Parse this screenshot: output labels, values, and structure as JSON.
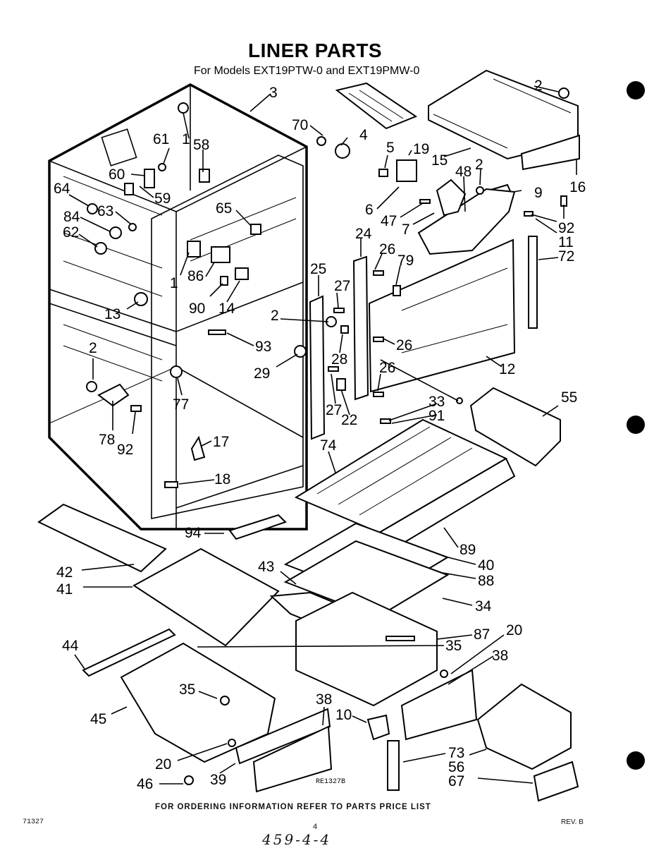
{
  "header": {
    "title": "LINER PARTS",
    "subtitle": "For Models EXT19PTW-0 and EXT19PMW-0"
  },
  "footer": {
    "ordering_note": "FOR ORDERING INFORMATION REFER TO PARTS PRICE LIST",
    "left_code": "71327",
    "page_number": "4",
    "revision": "REV. B",
    "handwritten": "459-4-4",
    "drawing_number": "RE1327B"
  },
  "labels": {
    "l1": "1",
    "l1b": "1",
    "l2a": "2",
    "l2b": "2",
    "l2c": "2",
    "l2d": "2",
    "l3": "3",
    "l4": "4",
    "l5": "5",
    "l6": "6",
    "l7": "7",
    "l9": "9",
    "l10": "10",
    "l11": "11",
    "l12": "12",
    "l13": "13",
    "l14": "14",
    "l15": "15",
    "l16": "16",
    "l17": "17",
    "l18": "18",
    "l19": "19",
    "l20a": "20",
    "l20b": "20",
    "l22": "22",
    "l24": "24",
    "l25": "25",
    "l26a": "26",
    "l26b": "26",
    "l26c": "26",
    "l27a": "27",
    "l27b": "27",
    "l28": "28",
    "l29": "29",
    "l33": "33",
    "l34": "34",
    "l35a": "35",
    "l35b": "35",
    "l38a": "38",
    "l38b": "38",
    "l39": "39",
    "l40": "40",
    "l41": "41",
    "l42": "42",
    "l43": "43",
    "l44": "44",
    "l45": "45",
    "l46": "46",
    "l47": "47",
    "l48": "48",
    "l55": "55",
    "l56": "56",
    "l58": "58",
    "l59": "59",
    "l60": "60",
    "l61": "61",
    "l62": "62",
    "l63": "63",
    "l64": "64",
    "l65": "65",
    "l67": "67",
    "l70": "70",
    "l72": "72",
    "l73": "73",
    "l74": "74",
    "l77": "77",
    "l78": "78",
    "l79": "79",
    "l84": "84",
    "l86": "86",
    "l87": "87",
    "l88": "88",
    "l89": "89",
    "l90": "90",
    "l91": "91",
    "l92a": "92",
    "l92b": "92",
    "l93": "93",
    "l94": "94"
  }
}
